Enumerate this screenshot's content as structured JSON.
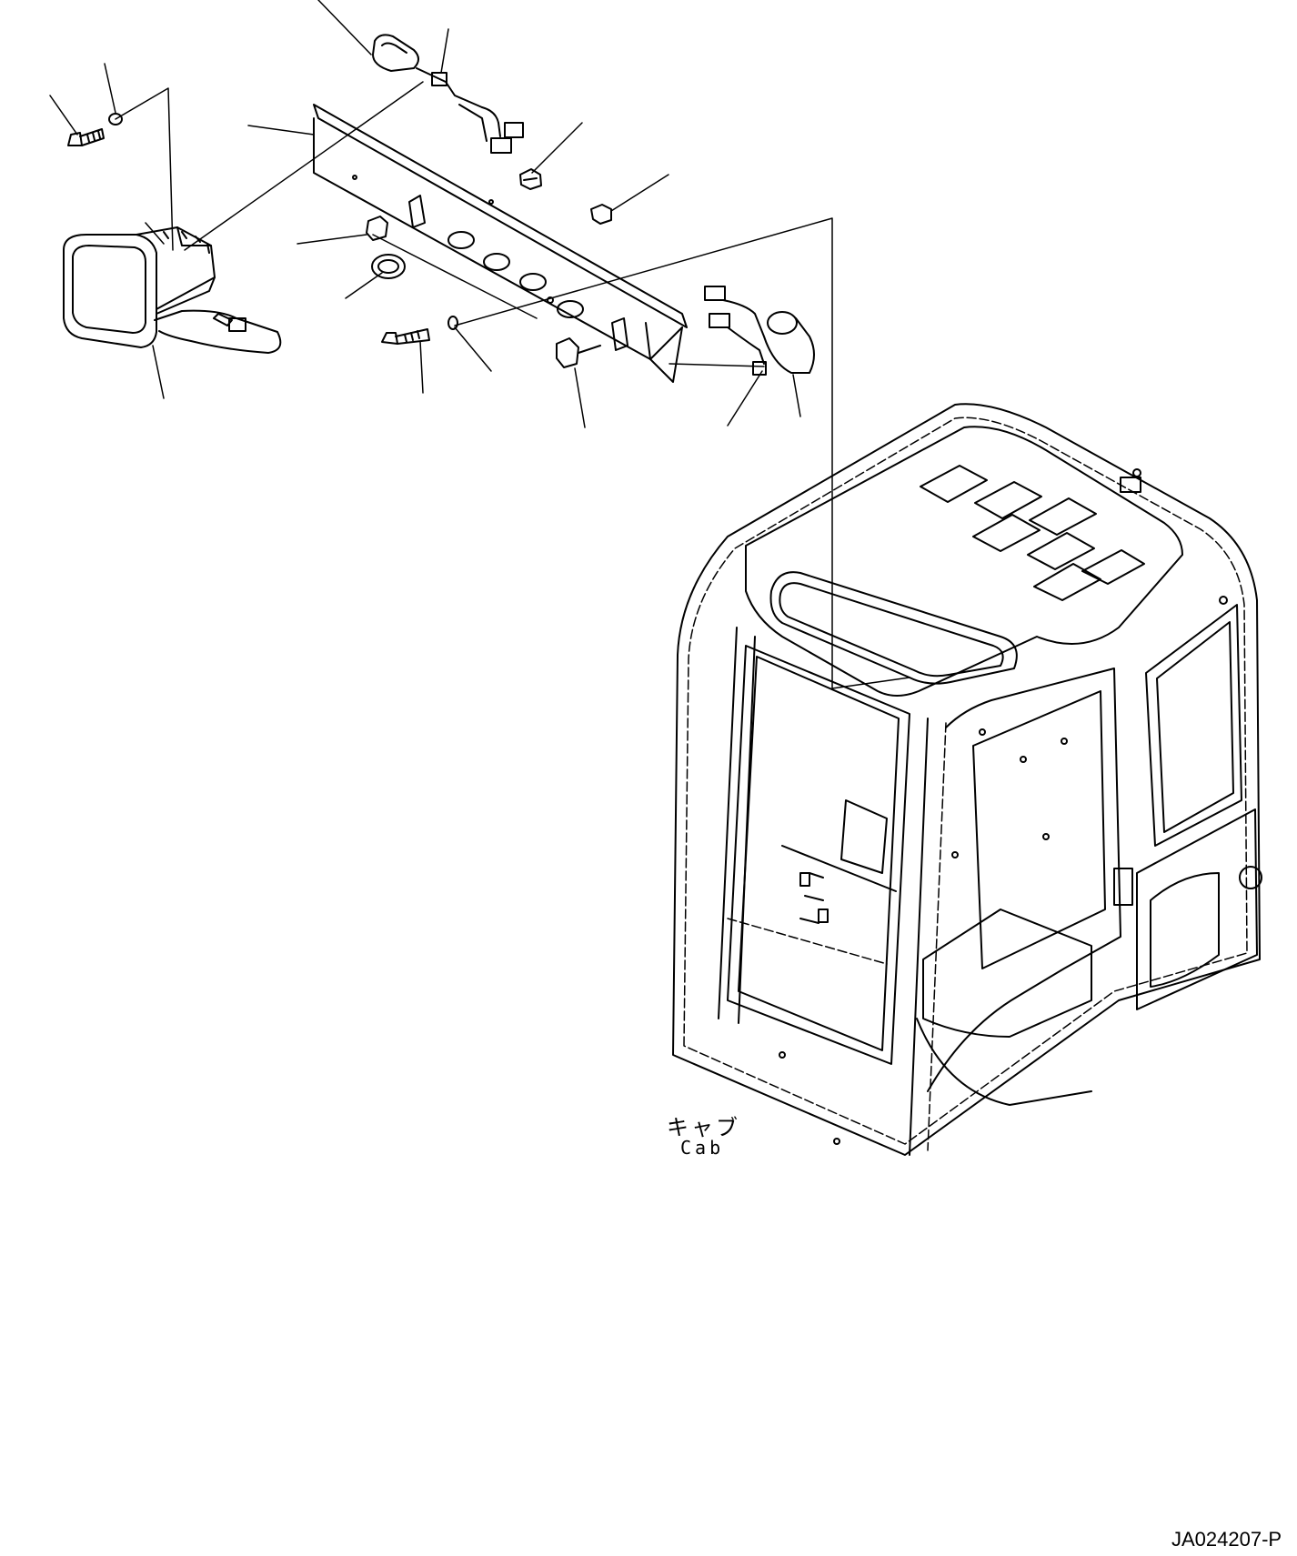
{
  "labels": {
    "cab_japanese": "キャブ",
    "cab_english": "Cab",
    "drawing_number": "JA024207-P"
  }
}
